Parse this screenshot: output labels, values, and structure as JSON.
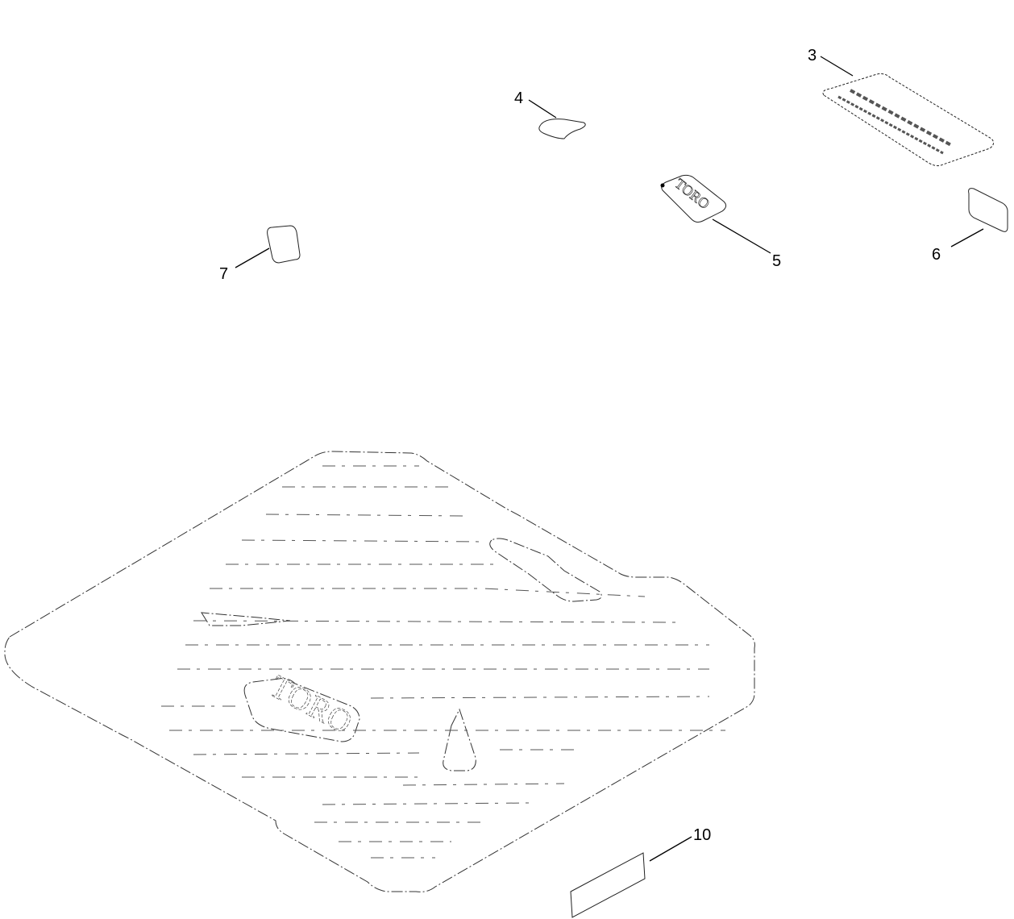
{
  "callouts": [
    {
      "id": "3",
      "label": "3"
    },
    {
      "id": "4",
      "label": "4"
    },
    {
      "id": "5",
      "label": "5"
    },
    {
      "id": "6",
      "label": "6"
    },
    {
      "id": "7",
      "label": "7"
    },
    {
      "id": "10",
      "label": "10"
    }
  ],
  "logo_text": "TORO"
}
